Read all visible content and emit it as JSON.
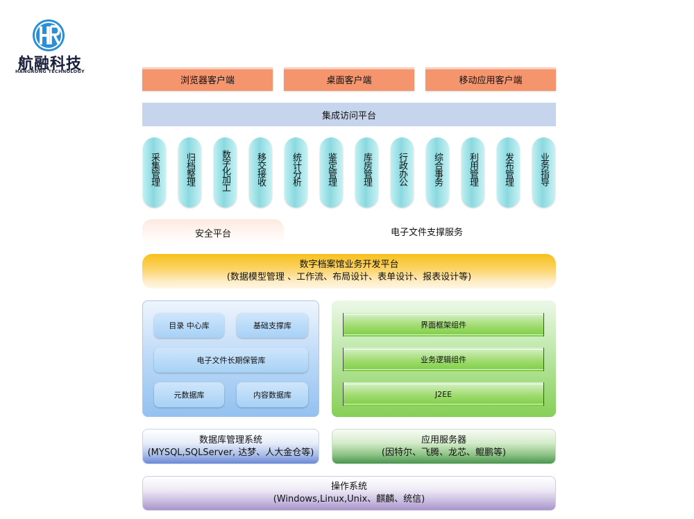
{
  "logo": {
    "name_cn": "航融科技",
    "name_en": "HANGRONG TECHNOLOGY",
    "mark_color": "#2a8fd6"
  },
  "clients": [
    "浏览器客户端",
    "桌面客户端",
    "移动应用客户端"
  ],
  "integration_platform": "集成访问平台",
  "modules": [
    "采集管理",
    "归档整理",
    "数字化加工",
    "移交接收",
    "统计分析",
    "鉴定管理",
    "库房管理",
    "行政办公",
    "综合事务",
    "利用管理",
    "发布管理",
    "业务指导"
  ],
  "security_platform": "安全平台",
  "efile_support": "电子文件支撑服务",
  "dev_platform": {
    "title": "数字档案馆业务开发平台",
    "subtitle": "(数据模型管理 、工作流、布局设计、表单设计、报表设计等)"
  },
  "databases": {
    "catalog": "目录 中心库",
    "base_support": "基础支撑库",
    "longterm": "电子文件长期保管库",
    "metadata": "元数据库",
    "content": "内容数据库"
  },
  "components": [
    "界面框架组件",
    "业务逻辑组件",
    "J2EE"
  ],
  "dbms": {
    "title": "数据库管理系统",
    "subtitle": "(MYSQL,SQLServer, 达梦、人大金仓等)"
  },
  "app_server": {
    "title": "应用服务器",
    "subtitle": "(因特尔、飞腾、龙芯、鲲鹏等)"
  },
  "os": {
    "title": "操作系统",
    "subtitle": "(Windows,Linux,Unix、麒麟、统信)"
  },
  "colors": {
    "client": "#f4956e",
    "integration": "#c7d5ec",
    "module": "#8ad9df",
    "dev_platform": "#f7c11a",
    "db_panel": "#93c1f0",
    "component_panel": "#86cf56"
  }
}
